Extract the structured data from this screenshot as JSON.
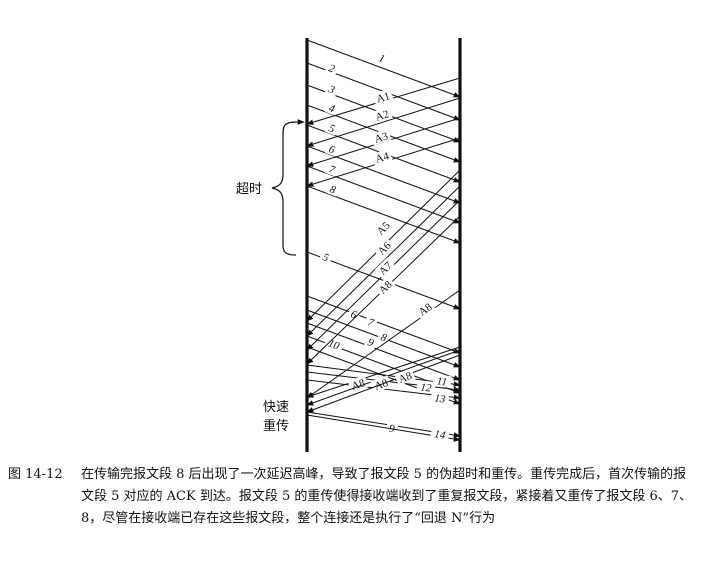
{
  "diagram": {
    "timeout_label": "超时",
    "fast_retransmit_label": [
      "快速",
      "重传"
    ],
    "segment_arrows": [
      {
        "label": "1"
      },
      {
        "label": "2"
      },
      {
        "label": "3"
      },
      {
        "label": "4"
      },
      {
        "label": "5"
      },
      {
        "label": "6"
      },
      {
        "label": "7"
      },
      {
        "label": "8"
      },
      {
        "label": "5"
      },
      {
        "label": "6"
      },
      {
        "label": "7"
      },
      {
        "label": "8"
      },
      {
        "label": "9"
      },
      {
        "label": "10"
      },
      {
        "label": "11"
      },
      {
        "label": "12"
      },
      {
        "label": "13"
      },
      {
        "label": "9"
      },
      {
        "label": "14"
      }
    ],
    "ack_arrows": [
      {
        "label": "A1"
      },
      {
        "label": "A2"
      },
      {
        "label": "A3"
      },
      {
        "label": "A4"
      },
      {
        "label": "A5"
      },
      {
        "label": "A6"
      },
      {
        "label": "A7"
      },
      {
        "label": "A8"
      },
      {
        "label": "A8"
      },
      {
        "label": "A8"
      },
      {
        "label": "A8"
      },
      {
        "label": "A8"
      }
    ]
  },
  "caption": {
    "figure_number": "图 14-12",
    "text": "在传输完报文段 8 后出现了一次延迟高峰，导致了报文段 5 的伪超时和重传。重传完成后，首次传输的报文段 5 对应的 ACK 到达。报文段 5 的重传使得接收端收到了重复报文段，紧接着又重传了报文段 6、7、8，尽管在接收端已存在这些报文段，整个连接还是执行了“回退 N”行为"
  }
}
